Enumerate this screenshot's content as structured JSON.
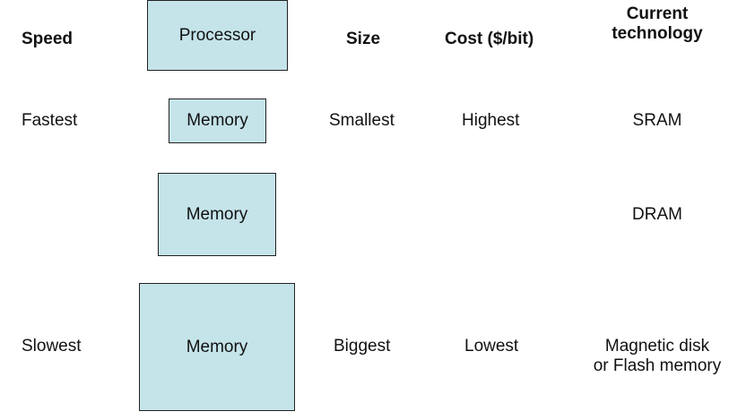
{
  "headers": {
    "speed": "Speed",
    "size": "Size",
    "cost": "Cost ($/bit)",
    "technology_line1": "Current",
    "technology_line2": "technology"
  },
  "processor": {
    "label": "Processor"
  },
  "levels": [
    {
      "speed": "Fastest",
      "memory_label": "Memory",
      "size": "Smallest",
      "cost": "Highest",
      "technology": "SRAM"
    },
    {
      "speed": "",
      "memory_label": "Memory",
      "size": "",
      "cost": "",
      "technology": "DRAM"
    },
    {
      "speed": "Slowest",
      "memory_label": "Memory",
      "size": "Biggest",
      "cost": "Lowest",
      "technology_line1": "Magnetic disk",
      "technology_line2": "or Flash memory"
    }
  ],
  "colors": {
    "box_fill": "#c5e4ea",
    "box_border": "#222222",
    "text": "#111111"
  }
}
